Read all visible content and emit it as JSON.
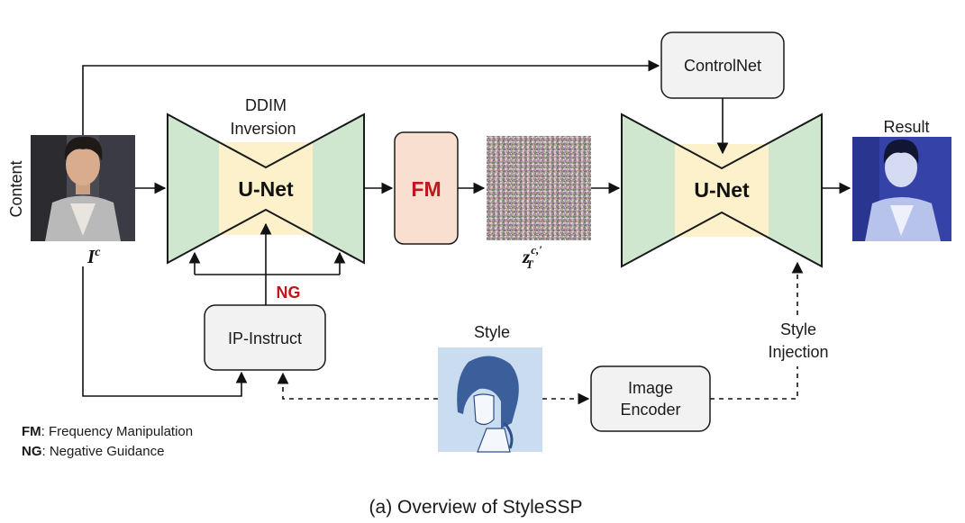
{
  "content_label": "Content",
  "content_image": {
    "symbol": "I",
    "superscript": "c"
  },
  "ddim": {
    "line1": "DDIM",
    "line2": "Inversion"
  },
  "unet_left_label": "U-Net",
  "fm_label": "FM",
  "noise": {
    "symbol": "z",
    "subscript": "T",
    "superscript": "c,′"
  },
  "controlnet_label": "ControlNet",
  "unet_right_label": "U-Net",
  "result_label": "Result",
  "ng_label": "NG",
  "ip_instruct_label": "IP-Instruct",
  "style_label": "Style",
  "image_encoder": {
    "line1": "Image",
    "line2": "Encoder"
  },
  "style_injection": {
    "line1": "Style",
    "line2": "Injection"
  },
  "legend": [
    {
      "key": "FM",
      "text": ": Frequency Manipulation"
    },
    {
      "key": "NG",
      "text": ": Negative Guidance"
    }
  ],
  "caption": "(a) Overview of StyleSSP",
  "colors": {
    "unet_side": "#cfe6cf",
    "unet_center": "#fdf1cc",
    "fm_fill": "#f9dfd0",
    "accent_red": "#c0161c",
    "box_fill": "#f2f2f2"
  }
}
